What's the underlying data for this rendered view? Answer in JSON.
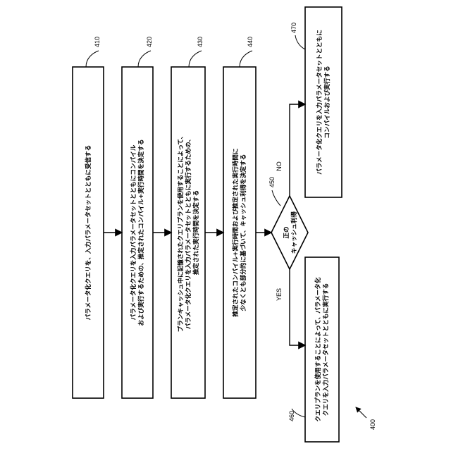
{
  "diagram": {
    "figure_number": "400",
    "steps": [
      {
        "ref": "410",
        "lines": [
          "パラメータ化クエリを、入力パラメータセットとともに受信する"
        ]
      },
      {
        "ref": "420",
        "lines": [
          "パラメータ化クエリを入力パラメータセットとともにコンパイル",
          "および実行するための、推定されたコンパイル+実行時間を決定する"
        ]
      },
      {
        "ref": "430",
        "lines": [
          "プランキャッシュ中に記憶されたクエリプランを使用することによって、",
          "パラメータ化クエリを入力パラメータセットとともに実行するための、",
          "推定された実行時間を決定する"
        ]
      },
      {
        "ref": "440",
        "lines": [
          "推定されたコンパイル+実行時間および推定された実行時間に",
          "少なくとも部分的に基づいて、キャッシュ利得を決定する"
        ]
      }
    ],
    "decision": {
      "ref": "450",
      "lines": [
        "正の",
        "キャッシュ利得"
      ],
      "yes_label": "YES",
      "no_label": "NO"
    },
    "yes_step": {
      "ref": "460",
      "lines": [
        "クエリプランを使用することによって、パラメータ化",
        "クエリを入力パラメータセットとともに実行する"
      ]
    },
    "no_step": {
      "ref": "470",
      "lines": [
        "パラメータ化クエリを入力パラメータセットとともに",
        "コンパイルおよび実行する"
      ]
    }
  }
}
